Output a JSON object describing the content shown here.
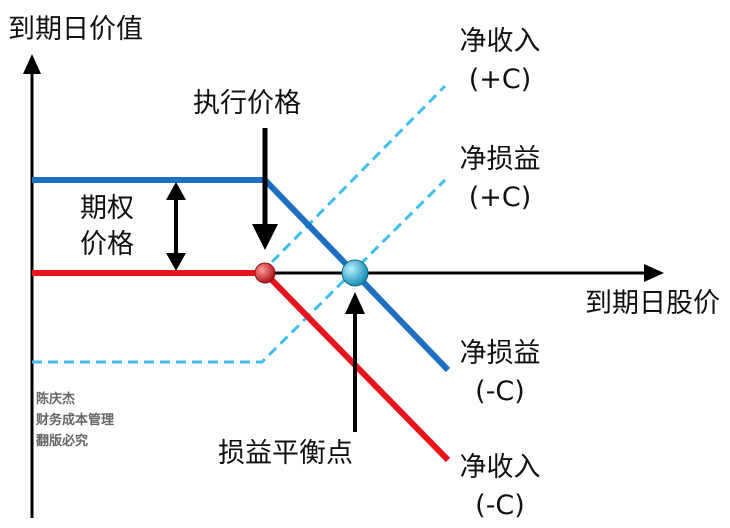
{
  "labels": {
    "y_axis": "到期日价值",
    "x_axis": "到期日股价",
    "strike": "执行价格",
    "premium_line1": "期权",
    "premium_line2": "价格",
    "breakeven": "损益平衡点",
    "net_income_pos_1": "净收入",
    "net_income_pos_2": "(+C)",
    "net_pl_pos_1": "净损益",
    "net_pl_pos_2": "(+C)",
    "net_pl_neg_1": "净损益",
    "net_pl_neg_2": "(-C)",
    "net_income_neg_1": "净收入",
    "net_income_neg_2": "(-C)"
  },
  "watermark": {
    "line1": "陈庆杰",
    "line2": "财务成本管理",
    "line3": "翻版必究"
  },
  "colors": {
    "blue_line": "#1f6fc0",
    "red_line": "#e8141c",
    "dashed_line": "#3fbfef",
    "axis": "#000000",
    "red_point": "#d9302a",
    "cyan_point": "#32b4d6"
  }
}
